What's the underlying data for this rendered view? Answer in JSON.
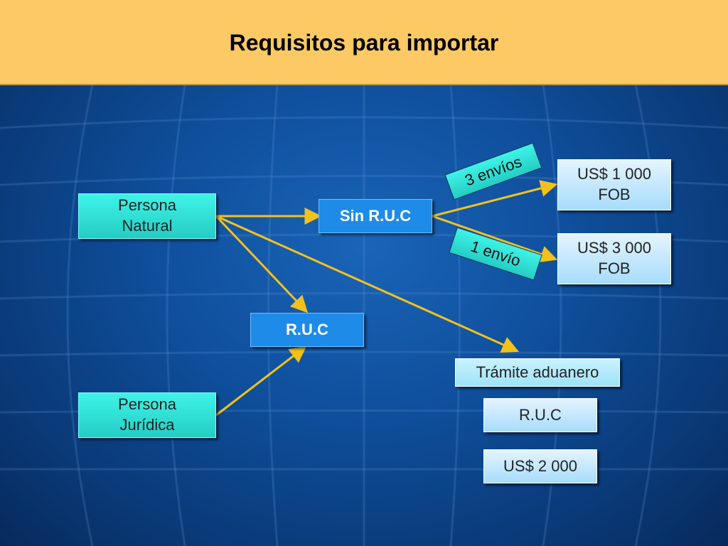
{
  "title": "Requisitos para importar",
  "nodes": {
    "persona_natural": "Persona\nNatural",
    "persona_juridica": "Persona\nJurídica",
    "sin_ruc": "Sin  R.U.C",
    "ruc": "R.U.C",
    "us1000": "US$ 1 000\nFOB",
    "us3000": "US$ 3 000\nFOB",
    "tramite": "Trámite aduanero",
    "tramite_ruc": "R.U.C",
    "us2000": "US$ 2 000"
  },
  "edge_labels": {
    "three_shipments": "3 envíos",
    "one_shipment": "1 envío"
  },
  "colors": {
    "header": "#fdc964",
    "arrow": "#f2c21b",
    "teal_box": "#2fdcd2",
    "blue_box": "#1f8be8",
    "light_box": "#cdeafe"
  }
}
